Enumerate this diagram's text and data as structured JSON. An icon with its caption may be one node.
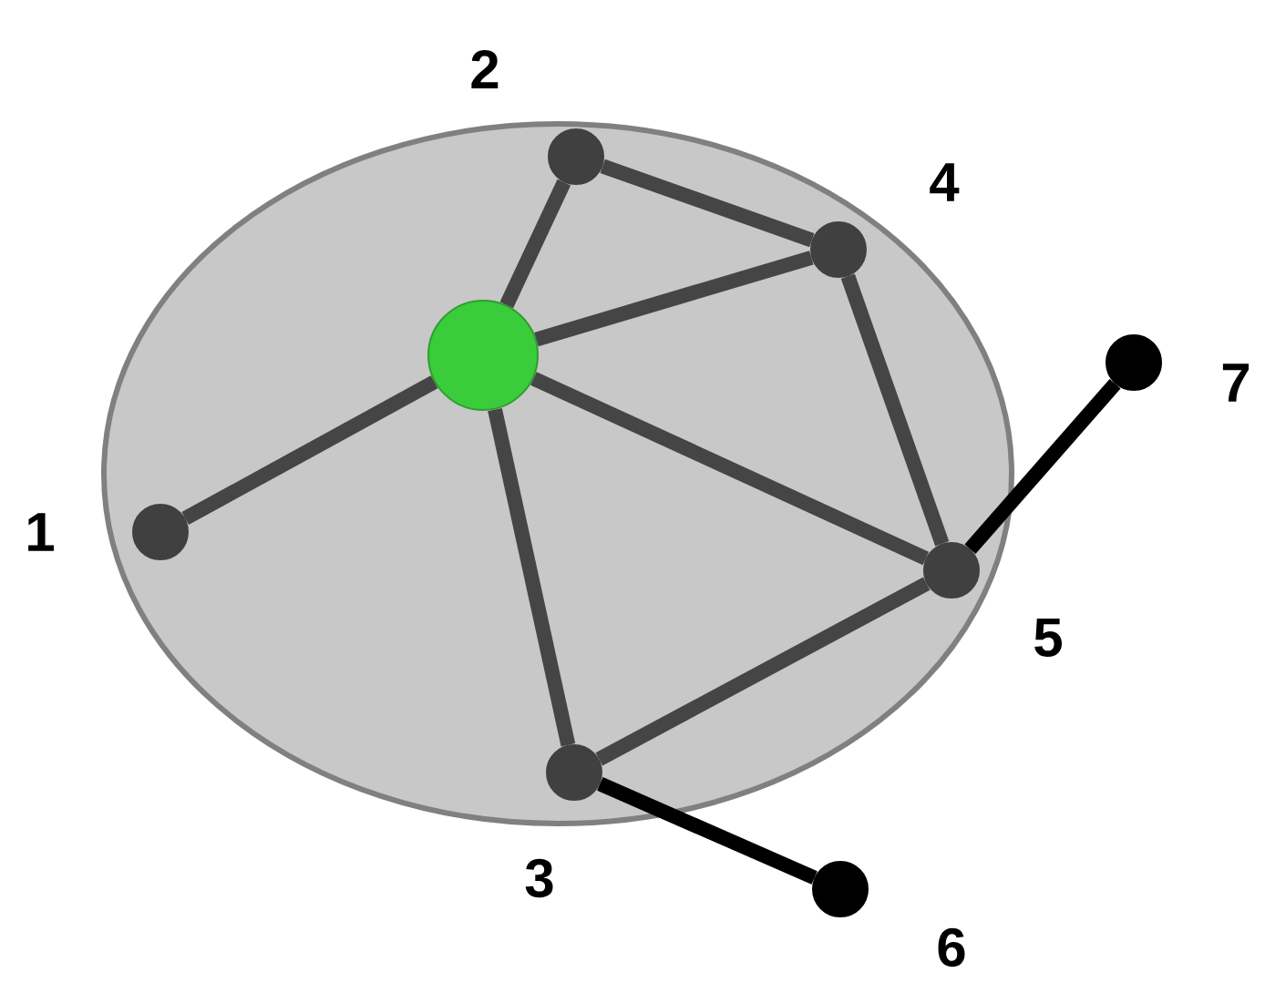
{
  "diagram": {
    "nodes": [
      {
        "text": [],
        "shape": "circle"
      },
      {
        "text": [],
        "shape": "circle",
        "beside": [
          "1"
        ]
      },
      {
        "text": [],
        "shape": "circle",
        "beside": [
          "2"
        ]
      },
      {
        "text": [],
        "shape": "circle",
        "beside": [
          "3"
        ]
      },
      {
        "text": [],
        "shape": "circle",
        "beside": [
          "4"
        ]
      },
      {
        "text": [],
        "shape": "circle",
        "beside": [
          "5"
        ]
      },
      {
        "text": [],
        "shape": "circle",
        "beside": [
          "6"
        ]
      },
      {
        "text": [],
        "shape": "circle",
        "beside": [
          "7"
        ]
      }
    ],
    "edges": [
      {
        "from": 0,
        "to": 1,
        "arrow": "none"
      },
      {
        "from": 0,
        "to": 2,
        "arrow": "none"
      },
      {
        "from": 0,
        "to": 4,
        "arrow": "none"
      },
      {
        "from": 0,
        "to": 5,
        "arrow": "none"
      },
      {
        "from": 0,
        "to": 3,
        "arrow": "none"
      },
      {
        "from": 2,
        "to": 4,
        "arrow": "none"
      },
      {
        "from": 4,
        "to": 5,
        "arrow": "none"
      },
      {
        "from": 5,
        "to": 3,
        "arrow": "none"
      },
      {
        "from": 3,
        "to": 6,
        "arrow": "none",
        "color": "#000000"
      },
      {
        "from": 5,
        "to": 7,
        "arrow": "none",
        "color": "#000000"
      }
    ]
  }
}
